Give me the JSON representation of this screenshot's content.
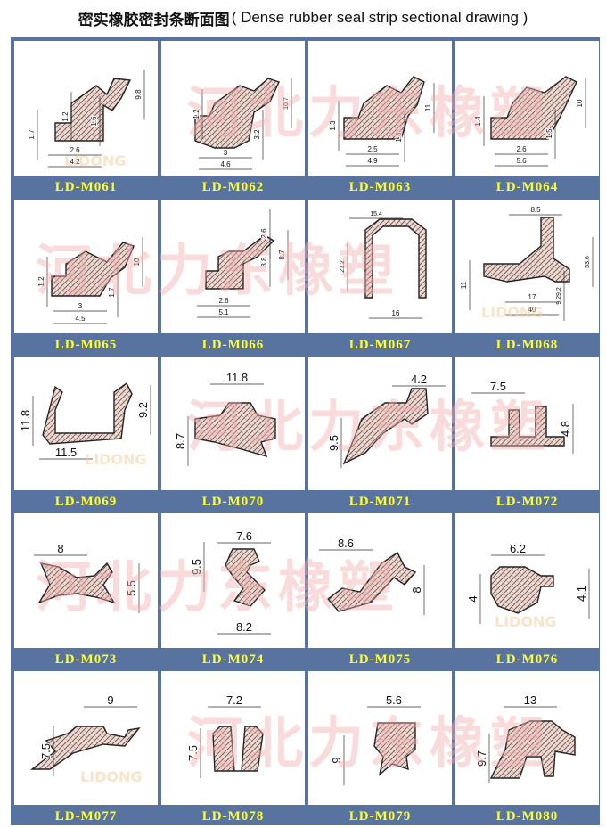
{
  "title": {
    "cn": "密实橡胶密封条断面图",
    "en": "( Dense rubber seal strip sectional drawing )"
  },
  "watermark": {
    "cn": "河北力东橡塑",
    "logo": "LIDONG"
  },
  "colors": {
    "frame": "#5873a0",
    "label": "#ffff33",
    "watermark": "#f2b8b8"
  },
  "items": [
    {
      "code": "LD-M061",
      "dims": [
        "1.7",
        "1.2",
        "1.6",
        "9.8",
        "2.6",
        "4.2"
      ]
    },
    {
      "code": "LD-M062",
      "dims": [
        "1.2",
        "3.2",
        "10.7",
        "3",
        "4.6"
      ]
    },
    {
      "code": "LD-M063",
      "dims": [
        "1.3",
        "1.8",
        "11",
        "2.5",
        "4.9"
      ]
    },
    {
      "code": "LD-M064",
      "dims": [
        "1.4",
        "1.5",
        "10",
        "2.6",
        "5.6"
      ]
    },
    {
      "code": "LD-M065",
      "dims": [
        "1.2",
        "1.7",
        "10",
        "3",
        "4.5"
      ]
    },
    {
      "code": "LD-M066",
      "dims": [
        "2.6",
        "3.8",
        "8.7",
        "2.6",
        "5.1"
      ]
    },
    {
      "code": "LD-M067",
      "dims": [
        "15.4",
        "21.2",
        "16"
      ]
    },
    {
      "code": "LD-M068",
      "dims": [
        "8.5",
        "53.6",
        "11",
        "9.29.2",
        "17",
        "40"
      ]
    },
    {
      "code": "LD-M069",
      "dims": [
        "11.8",
        "9.2",
        "11.5"
      ]
    },
    {
      "code": "LD-M070",
      "dims": [
        "11.8",
        "8.7"
      ]
    },
    {
      "code": "LD-M071",
      "dims": [
        "4.2",
        "9.5"
      ]
    },
    {
      "code": "LD-M072",
      "dims": [
        "7.5",
        "4.8"
      ]
    },
    {
      "code": "LD-M073",
      "dims": [
        "8",
        "5.5"
      ]
    },
    {
      "code": "LD-M074",
      "dims": [
        "7.6",
        "9.5",
        "8.2"
      ]
    },
    {
      "code": "LD-M075",
      "dims": [
        "8.6",
        "8"
      ]
    },
    {
      "code": "LD-M076",
      "dims": [
        "6.2",
        "4",
        "4.1"
      ]
    },
    {
      "code": "LD-M077",
      "dims": [
        "9",
        "7.5"
      ]
    },
    {
      "code": "LD-M078",
      "dims": [
        "7.2",
        "7.5"
      ]
    },
    {
      "code": "LD-M079",
      "dims": [
        "5.6",
        "9"
      ]
    },
    {
      "code": "LD-M080",
      "dims": [
        "13",
        "9.7"
      ]
    }
  ]
}
